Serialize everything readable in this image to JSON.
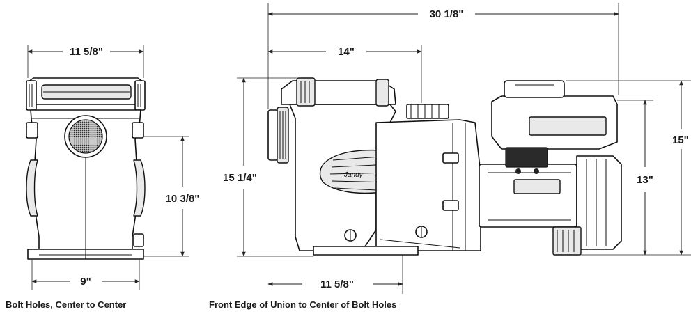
{
  "dimensions": {
    "front_width": "11 5/8\"",
    "front_height": "10 3/8\"",
    "bolt_spacing": "9\"",
    "overall_length": "30 1/8\"",
    "union_to_lid": "14\"",
    "side_height": "15 1/4\"",
    "motor_height": "13\"",
    "total_height": "15\"",
    "union_to_bolts": "11 5/8\""
  },
  "captions": {
    "left": "Bolt Holes, Center to Center",
    "right": "Front Edge of Union to Center of Bolt Holes"
  },
  "brand_mark": "Jandy"
}
